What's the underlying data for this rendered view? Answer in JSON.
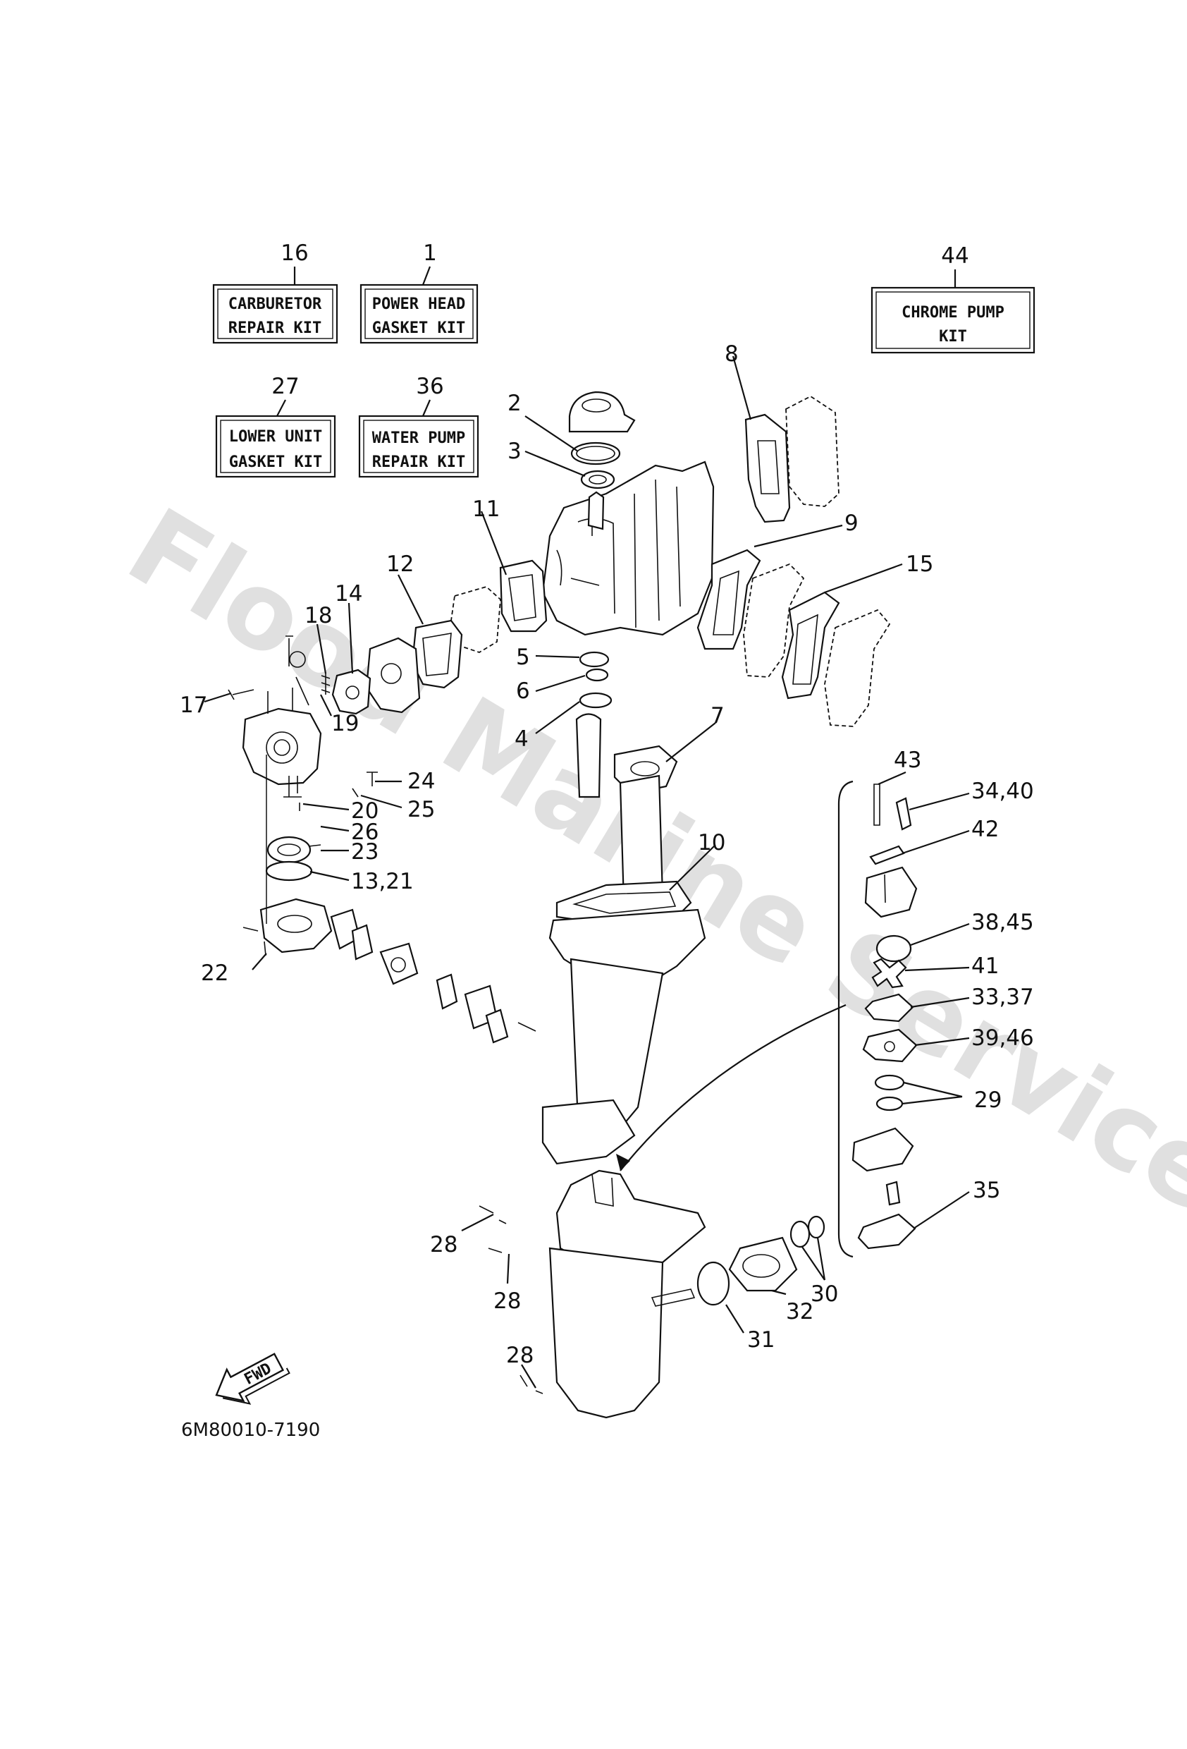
{
  "watermark": "Flood Marine Services",
  "diagram_code": "6M80010-7190",
  "fwd_label": "FWD",
  "kits": [
    {
      "number": "16",
      "line1": "CARBURETOR",
      "line2": "REPAIR KIT"
    },
    {
      "number": "1",
      "line1": "POWER HEAD",
      "line2": "GASKET KIT"
    },
    {
      "number": "44",
      "line1": "CHROME PUMP",
      "line2": "KIT"
    },
    {
      "number": "27",
      "line1": "LOWER UNIT",
      "line2": "GASKET KIT"
    },
    {
      "number": "36",
      "line1": "WATER PUMP",
      "line2": "REPAIR KIT"
    }
  ],
  "callouts": [
    "2",
    "3",
    "8",
    "11",
    "9",
    "12",
    "15",
    "14",
    "18",
    "5",
    "6",
    "17",
    "19",
    "4",
    "7",
    "24",
    "20",
    "25",
    "26",
    "23",
    "13,21",
    "10",
    "22",
    "43",
    "34,40",
    "42",
    "38,45",
    "41",
    "33,37",
    "39,46",
    "29",
    "35",
    "28",
    "28",
    "28",
    "30",
    "32",
    "31"
  ]
}
